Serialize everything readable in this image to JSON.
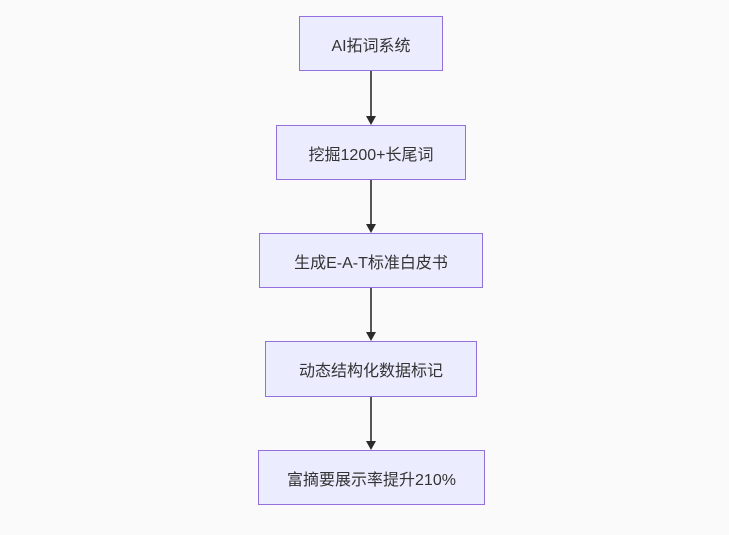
{
  "diagram": {
    "type": "flowchart",
    "direction": "top-to-bottom",
    "nodes": [
      {
        "id": "n1",
        "label": "AI拓词系统"
      },
      {
        "id": "n2",
        "label": "挖掘1200+长尾词"
      },
      {
        "id": "n3",
        "label": "生成E-A-T标准白皮书"
      },
      {
        "id": "n4",
        "label": "动态结构化数据标记"
      },
      {
        "id": "n5",
        "label": "富摘要展示率提升210%"
      }
    ],
    "edges": [
      {
        "from": "n1",
        "to": "n2",
        "style": "arrow"
      },
      {
        "from": "n2",
        "to": "n3",
        "style": "arrow"
      },
      {
        "from": "n3",
        "to": "n4",
        "style": "arrow"
      },
      {
        "from": "n4",
        "to": "n5",
        "style": "arrow"
      }
    ],
    "colors": {
      "background": "#fafafa",
      "node_fill": "#ececff",
      "node_border": "#9370db",
      "node_text": "#333333",
      "edge_line": "#555555",
      "arrowhead": "#2b2b2b"
    }
  }
}
